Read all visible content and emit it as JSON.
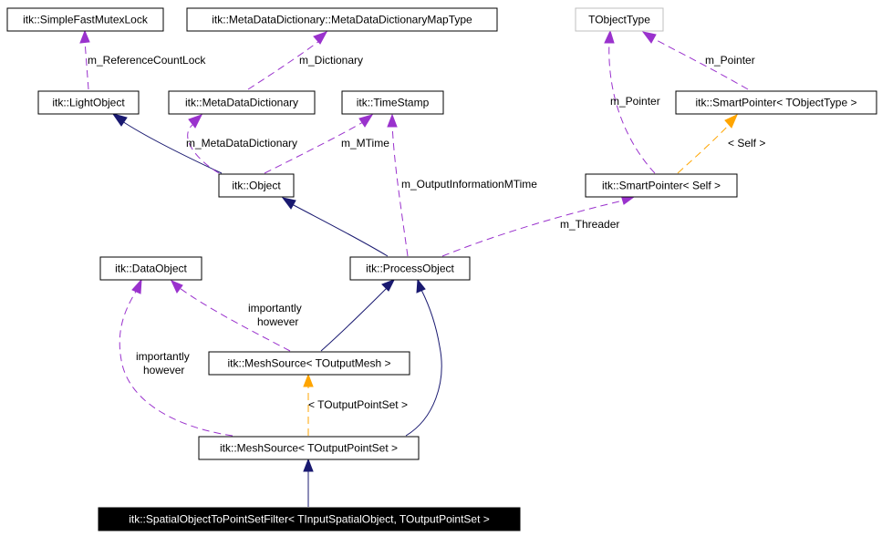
{
  "nodes": {
    "fastmutex": "itk::SimpleFastMutexLock",
    "mapType": "itk::MetaDataDictionary::MetaDataDictionaryMapType",
    "tobjecttype": "TObjectType",
    "lightobject": "itk::LightObject",
    "metadict": "itk::MetaDataDictionary",
    "timestamp": "itk::TimeStamp",
    "spTObjectType": "itk::SmartPointer< TObjectType >",
    "object": "itk::Object",
    "spSelf": "itk::SmartPointer< Self >",
    "dataobject": "itk::DataObject",
    "processobject": "itk::ProcessObject",
    "meshOutputMesh": "itk::MeshSource< TOutputMesh >",
    "meshOutputPointSet": "itk::MeshSource< TOutputPointSet >",
    "spatialFilter": "itk::SpatialObjectToPointSetFilter< TInputSpatialObject, TOutputPointSet >"
  },
  "edge_labels": {
    "refCountLock": "m_ReferenceCountLock",
    "dictionary": "m_Dictionary",
    "pointerTop": "m_Pointer",
    "pointerLeft": "m_Pointer",
    "metaDataDictionary": "m_MetaDataDictionary",
    "mtime": "m_MTime",
    "selfTmpl": "< Self >",
    "outputInfoMTime": "m_OutputInformationMTime",
    "threader": "m_Threader",
    "importantly1": "importantly",
    "however1": "however",
    "importantly2": "importantly",
    "however2": "however",
    "outputPointSetTmpl": "< TOutputPointSet >"
  },
  "colors": {
    "inheritance": "#191970",
    "usage": "#9a32cd",
    "template": "#ffa500"
  }
}
